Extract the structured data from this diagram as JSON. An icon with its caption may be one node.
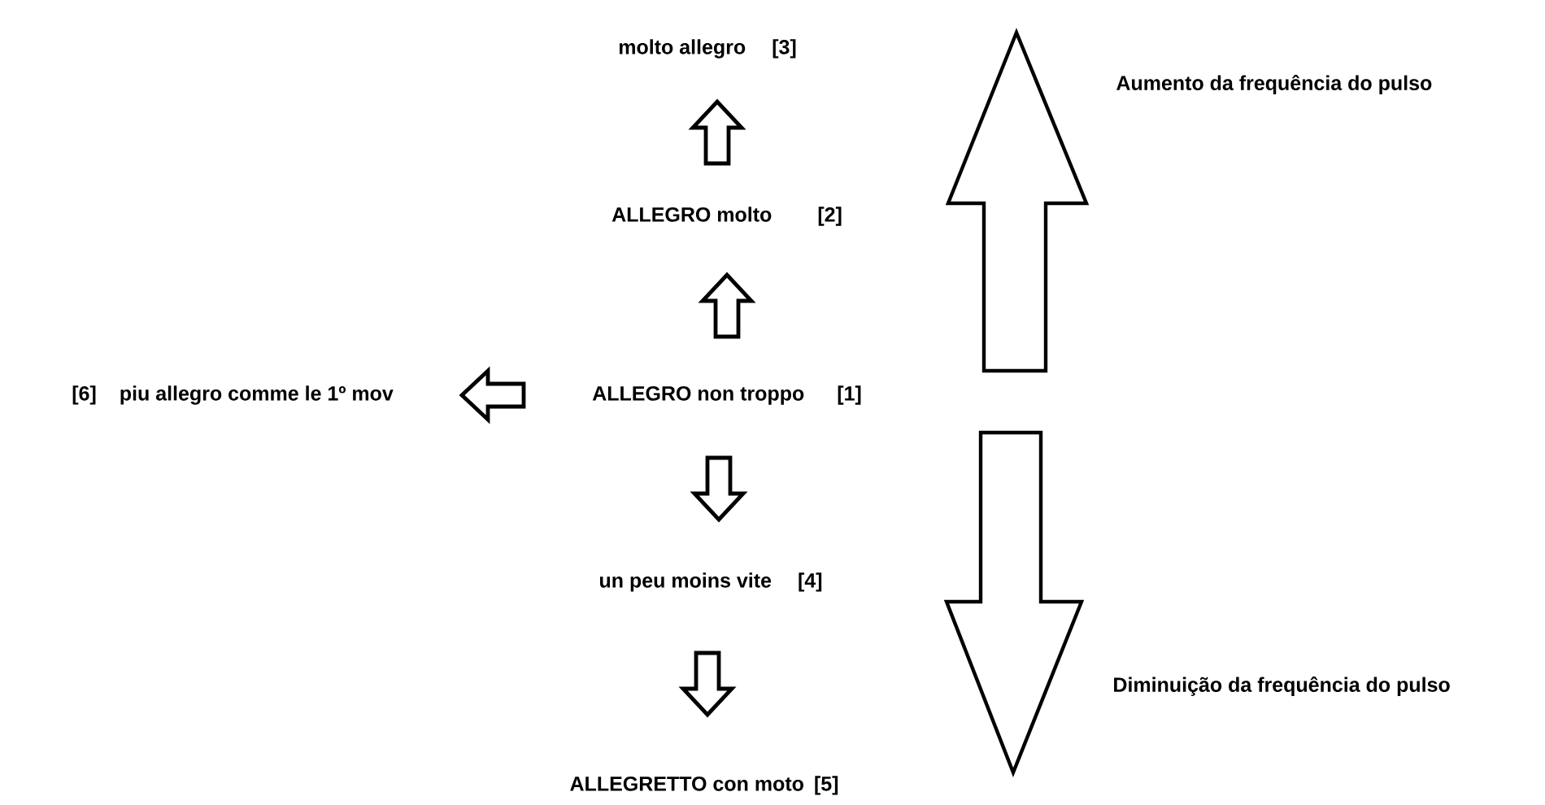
{
  "diagram": {
    "nodes": [
      {
        "text": [
          "molto allegro",
          "[3]"
        ]
      },
      {
        "text": [
          "ALLEGRO molto",
          "[2]"
        ]
      },
      {
        "text": [
          "[6]",
          "piu allegro comme le 1º mov"
        ]
      },
      {
        "text": [
          "ALLEGRO non troppo",
          "[1]"
        ]
      },
      {
        "text": [
          "un peu moins vite",
          "[4]"
        ]
      },
      {
        "text": [
          "ALLEGRETTO con moto",
          "[5]"
        ]
      }
    ],
    "edges": [
      {
        "from": 1,
        "to": 0,
        "arrow": "to"
      },
      {
        "from": 3,
        "to": 1,
        "arrow": "to"
      },
      {
        "from": 3,
        "to": 2,
        "arrow": "to"
      },
      {
        "from": 3,
        "to": 4,
        "arrow": "to"
      },
      {
        "from": 4,
        "to": 5,
        "arrow": "to"
      }
    ],
    "labels": [
      "Aumento da frequência do pulso",
      "Diminuição da frequência do pulso"
    ]
  }
}
